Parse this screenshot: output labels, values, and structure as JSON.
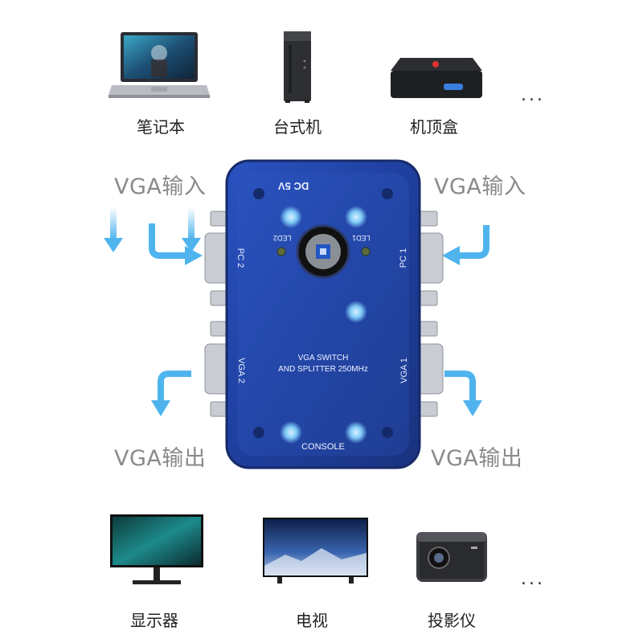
{
  "sources": {
    "items": [
      {
        "label": "笔记本",
        "icon": "laptop-icon"
      },
      {
        "label": "台式机",
        "icon": "desktop-tower-icon"
      },
      {
        "label": "机顶盒",
        "icon": "set-top-box-icon"
      }
    ],
    "more": "..."
  },
  "outputs": {
    "items": [
      {
        "label": "显示器",
        "icon": "monitor-icon"
      },
      {
        "label": "电视",
        "icon": "tv-icon"
      },
      {
        "label": "投影仪",
        "icon": "projector-icon"
      }
    ],
    "more": "..."
  },
  "flow": {
    "input_left": "VGA输入",
    "input_right": "VGA输入",
    "output_left": "VGA输出",
    "output_right": "VGA输出"
  },
  "device": {
    "power": "DC 5V",
    "led2": "LED2",
    "led1": "LED1",
    "pc2": "PC 2",
    "pc1": "PC 1",
    "vga2": "VGA 2",
    "vga1": "VGA 1",
    "title_line1": "VGA SWITCH",
    "title_line2": "AND SPLITTER 250MHz",
    "console": "CONSOLE"
  },
  "colors": {
    "device_body": "#1f3f9e",
    "arrow": "#4fb4ee",
    "label_gray": "#8a8a8a"
  }
}
